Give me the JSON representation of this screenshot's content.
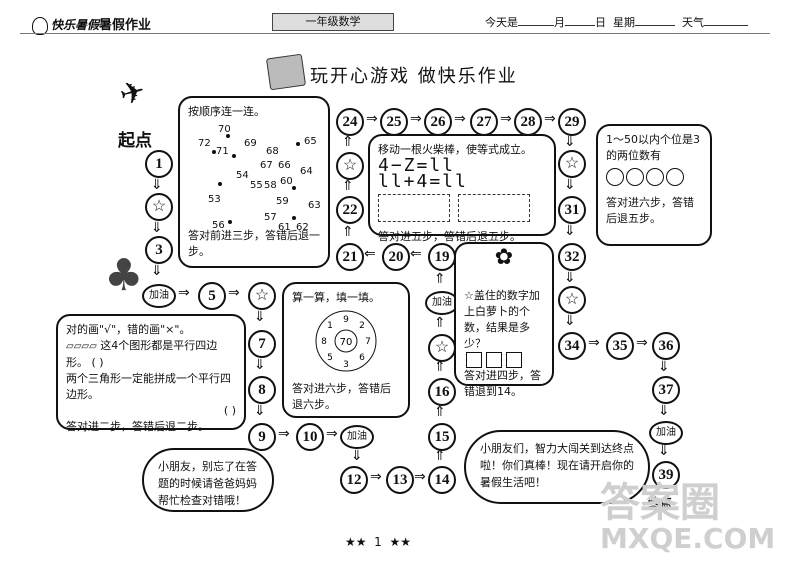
{
  "header": {
    "brand": "暑假作业",
    "brand_prefix": "快乐暑假",
    "grade": "一年级数学",
    "date_today": "今天是",
    "date_month": "月",
    "date_day": "日",
    "date_week": "星期",
    "date_weather": "天气"
  },
  "title": "玩开心游戏  做快乐作业",
  "start_label": "起点",
  "end_label": "终点",
  "cheer": "加油",
  "star": "☆",
  "steps": {
    "s1": "1",
    "s3": "3",
    "s5": "5",
    "s7": "7",
    "s8": "8",
    "s9": "9",
    "s10": "10",
    "s12": "12",
    "s13": "13",
    "s14": "14",
    "s15": "15",
    "s16": "16",
    "s19": "19",
    "s20": "20",
    "s21": "21",
    "s22": "22",
    "s24": "24",
    "s25": "25",
    "s26": "26",
    "s27": "27",
    "s28": "28",
    "s29": "29",
    "s31": "31",
    "s32": "32",
    "s34": "34",
    "s35": "35",
    "s36": "36",
    "s37": "37",
    "s39": "39"
  },
  "connect_dots": {
    "title": "按顺序连一连。",
    "numbers": [
      "70",
      "72",
      "71",
      "69",
      "68",
      "65",
      "67",
      "66",
      "64",
      "54",
      "55",
      "58",
      "60",
      "53",
      "59",
      "63",
      "57",
      "56",
      "61",
      "62"
    ],
    "instruction": "答对前进三步，答错后退一步。"
  },
  "matchstick": {
    "title": "移动一根火柴棒，使等式成立。",
    "equation": "4−Z=ll ll+4=ll",
    "instruction": "答对进五步，答错后退五步。"
  },
  "two_digit": {
    "text": "1～50以内个位是3的两位数有",
    "instruction": "答对进六步，答错后退五步。"
  },
  "radish": {
    "text": "☆盖住的数字加上白萝卜的个数，结果是多少？",
    "instruction": "答对进四步，答错退到14。"
  },
  "flower": {
    "title": "算一算，填一填。",
    "center": "70",
    "petals": [
      "9",
      "2",
      "7",
      "6",
      "3",
      "5",
      "8",
      "1"
    ],
    "instruction": "答对进六步，答错后退六步。"
  },
  "shapes": {
    "line1": "对的画\"√\"，错的画\"×\"。",
    "line2": "这4个图形都是平行四边形。",
    "line3": "两个三角形一定能拼成一个平行四边形。",
    "instruction": "答对进二步，答错后退二步。",
    "paren": "(    )"
  },
  "cloud_left": "小朋友，别忘了在答题的时候请爸爸妈妈帮忙检查对错哦！",
  "cloud_right": "小朋友们，智力大闯关到达终点啦！你们真棒！现在请开启你的暑假生活吧！",
  "page_number": "1",
  "page_deco": "★★",
  "watermark": "答案圈",
  "watermark2": "MXQE.COM"
}
